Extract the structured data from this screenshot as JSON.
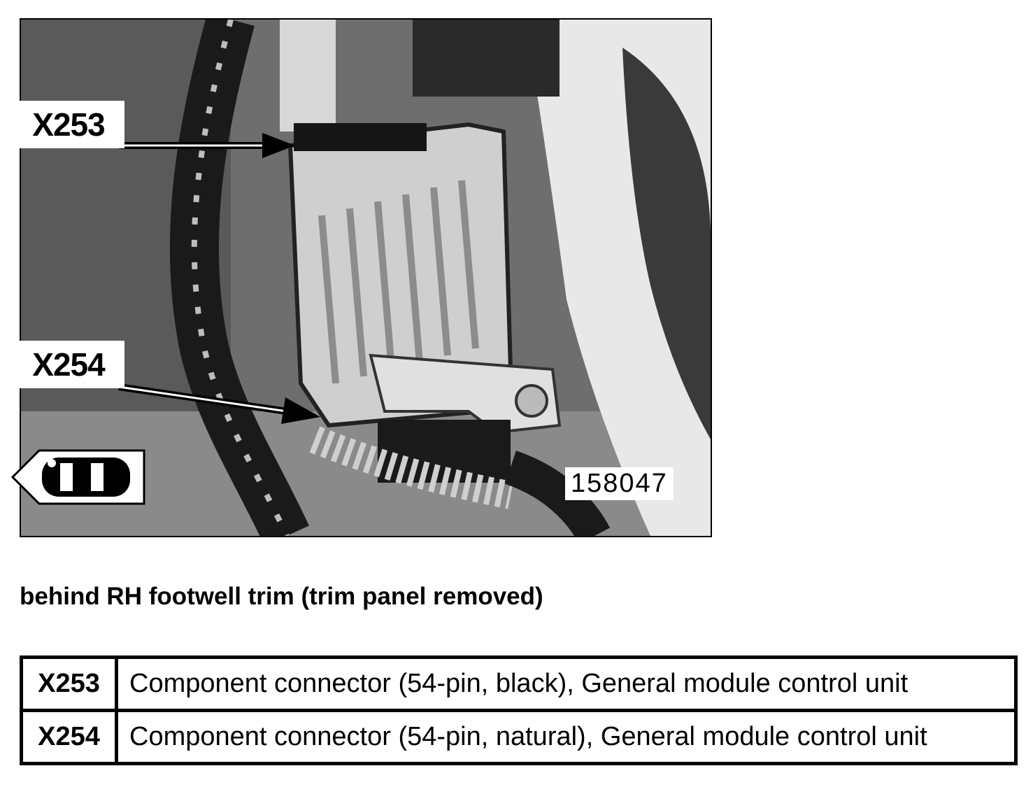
{
  "photo": {
    "callouts": [
      {
        "label": "X253"
      },
      {
        "label": "X254"
      }
    ],
    "photo_number": "158047",
    "badge_icon": "vehicle-top-view-icon"
  },
  "caption": "behind RH footwell trim (trim panel removed)",
  "legend": {
    "rows": [
      {
        "code": "X253",
        "description": "Component connector (54-pin, black), General module control unit"
      },
      {
        "code": "X254",
        "description": "Component connector (54-pin, natural), General module control unit"
      }
    ]
  }
}
